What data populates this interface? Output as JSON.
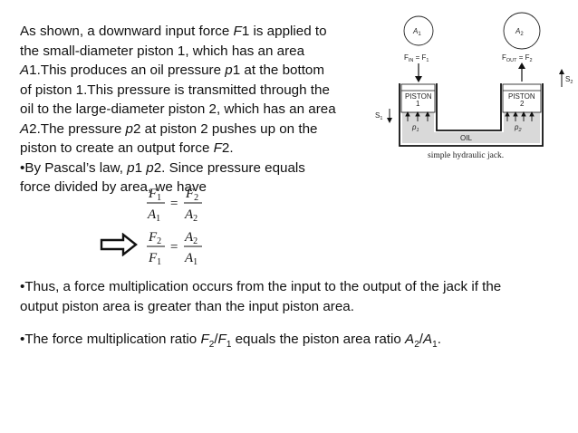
{
  "paragraph": {
    "l1_a": "As shown, a downward input force ",
    "l1_f": "F",
    "l1_b": "1 is applied to",
    "l2": "the small-diameter piston 1, which has an area",
    "l3_a": "A",
    "l3_b": "1.This produces an oil pressure ",
    "l3_p": "p",
    "l3_c": "1 at the bottom",
    "l4": "of piston 1.This pressure is transmitted through the",
    "l5": "oil to the large-diameter piston 2, which has an area",
    "l6_a": "A",
    "l6_b": "2.The pressure ",
    "l6_p": "p",
    "l6_c": "2 at piston 2 pushes up on the",
    "l7_a": "piston to create an output force ",
    "l7_f": "F",
    "l7_b": "2.",
    "l8_a": "•By Pascal’s law, ",
    "l8_p1": "p",
    "l8_b": "1  ",
    "l8_p2": "p",
    "l8_c": "2. Since pressure equals",
    "l9": "force divided by area, we have"
  },
  "diagram": {
    "a1": "A",
    "a1_sub": "1",
    "a2": "A",
    "a2_sub": "2",
    "fin": "F",
    "fin_sub": "IN",
    "fin_eq": " = F",
    "fin_eq_sub": "1",
    "fout": "F",
    "fout_sub": "OUT",
    "fout_eq": " = F",
    "fout_eq_sub": "2",
    "s1": "S",
    "s1_sub": "1",
    "s2": "S",
    "s2_sub": "2",
    "piston1_l1": "PISTON",
    "piston1_l2": "1",
    "piston2_l1": "PISTON",
    "piston2_l2": "2",
    "p1": "p",
    "p1_sub": "1",
    "p2": "p",
    "p2_sub": "2",
    "oil": "OIL",
    "caption": "simple hydraulic jack."
  },
  "formula": {
    "eq1": {
      "num": "F",
      "num_sub": "1",
      "den": "A",
      "den_sub": "1",
      "num2": "F",
      "num2_sub": "2",
      "den2": "A",
      "den2_sub": "2",
      "eq": "="
    },
    "eq2": {
      "num": "F",
      "num_sub": "2",
      "den": "F",
      "den_sub": "1",
      "num2": "A",
      "num2_sub": "2",
      "den2": "A",
      "den2_sub": "1",
      "eq": "="
    }
  },
  "bullet1": {
    "l1": "•Thus, a force multiplication occurs from the input to the output of the jack if the",
    "l2": "output piston area is greater than the input piston area."
  },
  "bullet2": {
    "t1": "•The force multiplication ratio ",
    "f": "F",
    "s2": "2",
    "slash": "/",
    "f1": "F",
    "s1": "1",
    "t2": " equals the piston area ratio ",
    "a": "A",
    "as2": "2",
    "slash2": "/",
    "a1": "A",
    "as1": "1",
    "t3": "."
  }
}
